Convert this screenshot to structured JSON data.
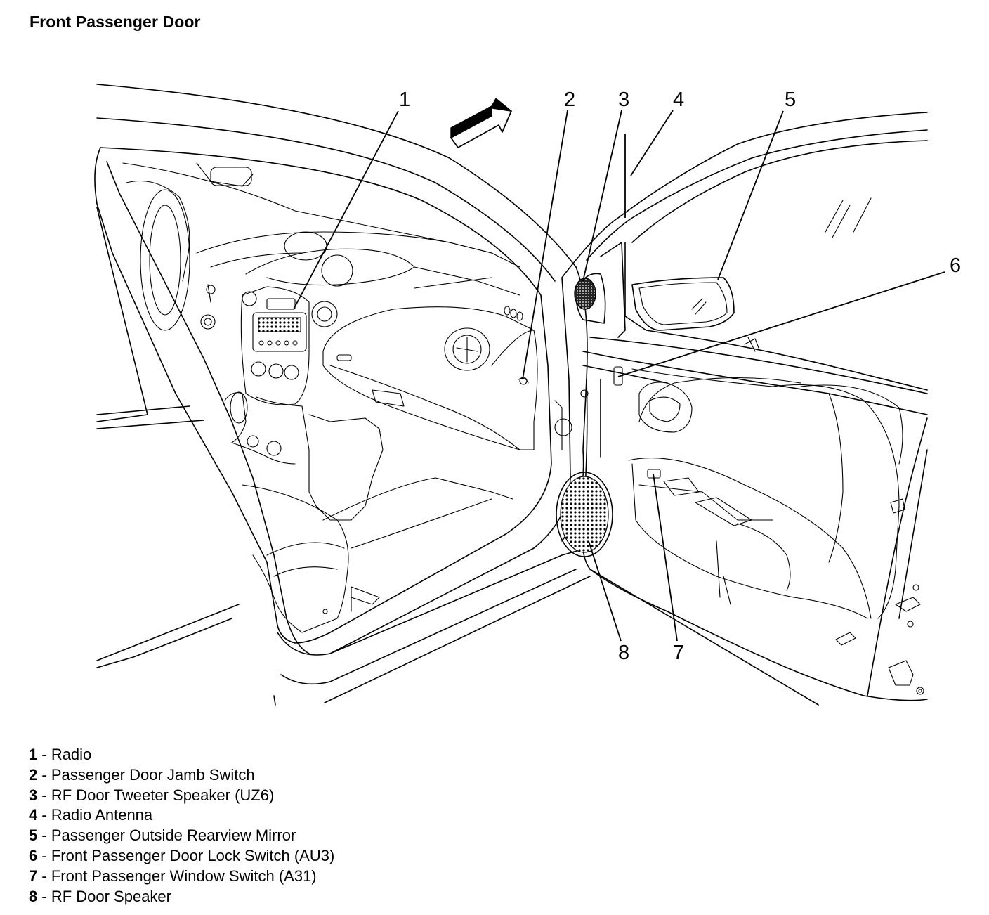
{
  "title": "Front Passenger Door",
  "callouts": [
    "1",
    "2",
    "3",
    "4",
    "5",
    "6",
    "7",
    "8"
  ],
  "legend": [
    {
      "number": "1",
      "separator": " - ",
      "label": "Radio"
    },
    {
      "number": "2",
      "separator": " - ",
      "label": "Passenger Door Jamb Switch"
    },
    {
      "number": "3",
      "separator": " - ",
      "label": "RF Door Tweeter Speaker (UZ6)"
    },
    {
      "number": "4",
      "separator": " - ",
      "label": "Radio Antenna"
    },
    {
      "number": "5",
      "separator": " - ",
      "label": "Passenger Outside Rearview Mirror"
    },
    {
      "number": "6",
      "separator": " - ",
      "label": "Front Passenger Door Lock Switch (AU3)"
    },
    {
      "number": "7",
      "separator": " - ",
      "label": "Front Passenger Window Switch (A31)"
    },
    {
      "number": "8",
      "separator": " - ",
      "label": "RF Door Speaker"
    }
  ]
}
